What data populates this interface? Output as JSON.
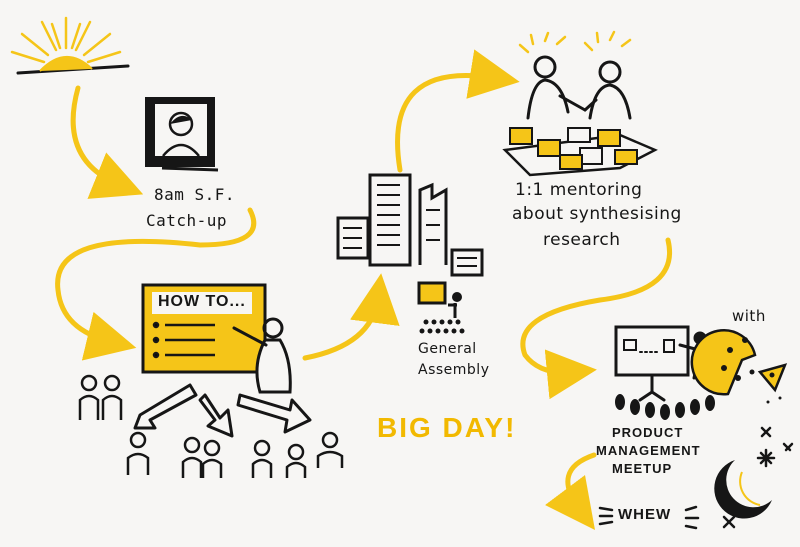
{
  "colors": {
    "ink": "#161616",
    "marker_yellow": "#f5c518",
    "paper": "#f7f6f4",
    "big_day": "#f2b900"
  },
  "scenes": {
    "sunrise": {
      "icon": "sun-icon"
    },
    "catch_up": {
      "line1": "8am S.F.",
      "line2": "Catch-up",
      "icon": "video-call-icon"
    },
    "workshop": {
      "board_title": "HOW TO...",
      "icon": "presenter-icon"
    },
    "general_assembly": {
      "line1": "General",
      "line2": "Assembly",
      "icon": "office-building-icon"
    },
    "big_day": {
      "label": "BIG DAY!"
    },
    "mentoring": {
      "line1": "1:1 mentoring",
      "line2": "about synthesising",
      "line3": "research",
      "icon": "mentoring-icon"
    },
    "meetup": {
      "with": "with",
      "line1": "PRODUCT",
      "line2": "MANAGEMENT",
      "line3": "MEETUP",
      "icon": "pizza-icon"
    },
    "night": {
      "label": "WHEW",
      "icon": "moon-icon"
    }
  }
}
